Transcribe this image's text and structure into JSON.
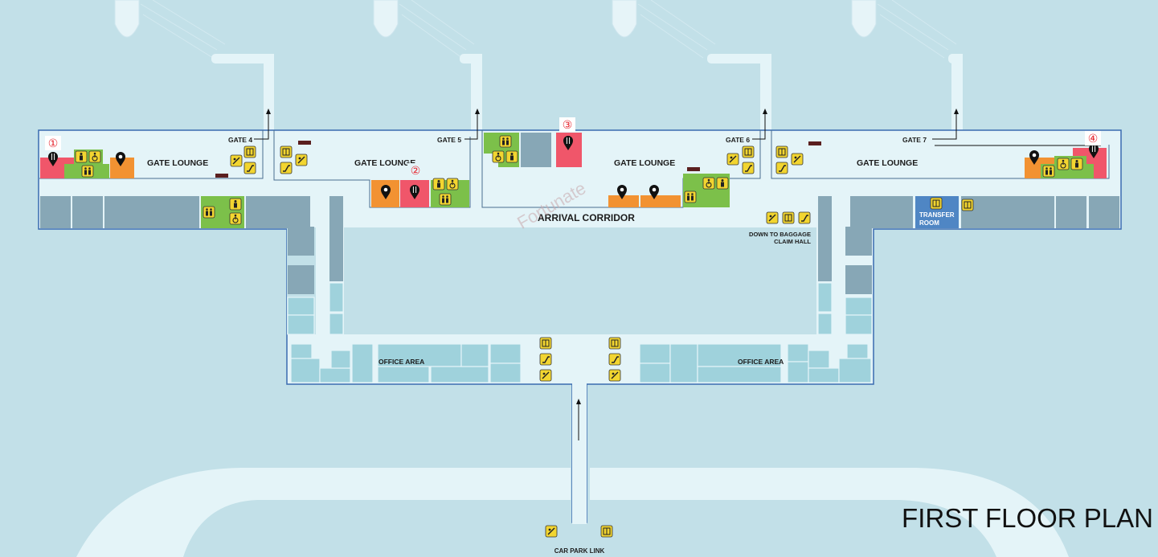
{
  "title": "FIRST FLOOR PLAN",
  "gates": {
    "gate4": "GATE 4",
    "gate5": "GATE 5",
    "gate6": "GATE 6",
    "gate7": "GATE 7"
  },
  "areas": {
    "gate_lounge": "GATE LOUNGE",
    "arrival_corridor": "ARRIVAL CORRIDOR",
    "office_area": "OFFICE AREA",
    "transfer_room_line1": "TRANSFER",
    "transfer_room_line2": "ROOM",
    "baggage_line1": "DOWN TO BAGGAGE",
    "baggage_line2": "CLAIM HALL",
    "car_park_link": "CAR PARK LINK"
  },
  "markers": [
    "①",
    "②",
    "③",
    "④"
  ],
  "watermark": "Fortunate",
  "colors": {
    "background": "#c2e0e8",
    "floor": "#e4f4f8",
    "outline": "#3a6bb0",
    "restaurant": "#f0566a",
    "shop": "#f29232",
    "restroom": "#7cc04a",
    "gray_block": "#87a7b6",
    "office": "#9fd2dc",
    "icon_yellow": "#f2d530",
    "transfer_room": "#4f86c4",
    "dark_marker": "#5a1f1f"
  },
  "icons": [
    "restroom-icon",
    "accessible-icon",
    "family-room-icon",
    "escalator-icon",
    "elevator-icon",
    "ramp-icon",
    "restaurant-icon",
    "location-pin-icon",
    "charging-icon"
  ]
}
